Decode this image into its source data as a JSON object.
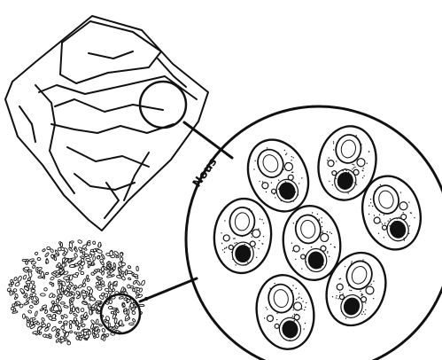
{
  "diagram": {
    "label_text": "Nous",
    "colors": {
      "ink": "#111111",
      "background": "#ffffff"
    },
    "parts": [
      {
        "name": "tissue-block"
      },
      {
        "name": "grain-cluster"
      },
      {
        "name": "magnified-cell-view"
      }
    ]
  }
}
